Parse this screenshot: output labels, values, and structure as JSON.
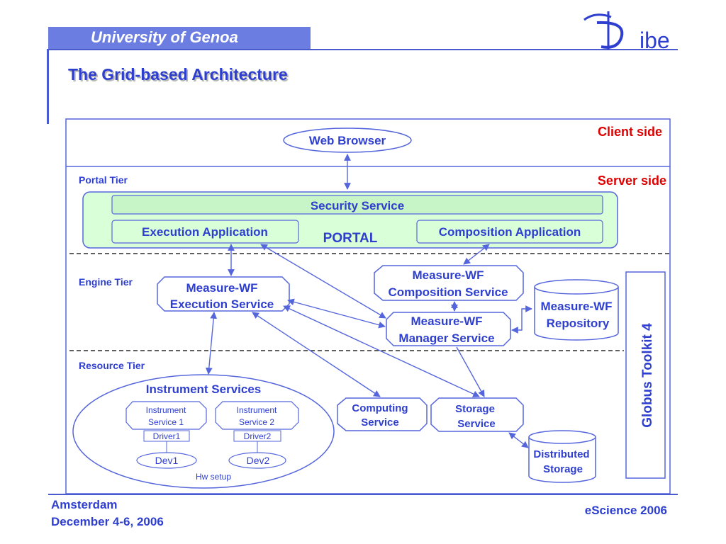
{
  "header": {
    "institution": "University of Genoa",
    "logo_text": "ibe",
    "slide_title": "The Grid-based Architecture"
  },
  "footer": {
    "place": "Amsterdam",
    "date": "December 4-6, 2006",
    "conference": "eScience 2006"
  },
  "diagram": {
    "sides": {
      "client": "Client side",
      "server": "Server side"
    },
    "tiers": {
      "portal": "Portal Tier",
      "engine": "Engine Tier",
      "resource": "Resource Tier"
    },
    "web_browser": "Web Browser",
    "security_service": "Security Service",
    "execution_application": "Execution Application",
    "portal": "PORTAL",
    "composition_application": "Composition Application",
    "wf_execution": [
      "Measure-WF",
      "Execution Service"
    ],
    "wf_composition": [
      "Measure-WF",
      "Composition Service"
    ],
    "wf_manager": [
      "Measure-WF",
      "Manager Service"
    ],
    "wf_repository": [
      "Measure-WF",
      "Repository"
    ],
    "globus": "Globus Toolkit 4",
    "instrument_services": "Instrument Services",
    "instrument1": [
      "Instrument",
      "Service 1"
    ],
    "instrument2": [
      "Instrument",
      "Service 2"
    ],
    "driver1": "Driver1",
    "driver2": "Driver2",
    "dev1": "Dev1",
    "dev2": "Dev2",
    "hw_setup": "Hw setup",
    "computing": [
      "Computing",
      "Service"
    ],
    "storage": [
      "Storage",
      "Service"
    ],
    "distributed": [
      "Distributed",
      "Storage"
    ]
  },
  "colors": {
    "primary_blue": "#2e3fcf",
    "line_blue": "#5566dd",
    "portal_fill": "#d9ffd9",
    "security_fill": "#c8f5c8",
    "client_server_red": "#e00000"
  }
}
